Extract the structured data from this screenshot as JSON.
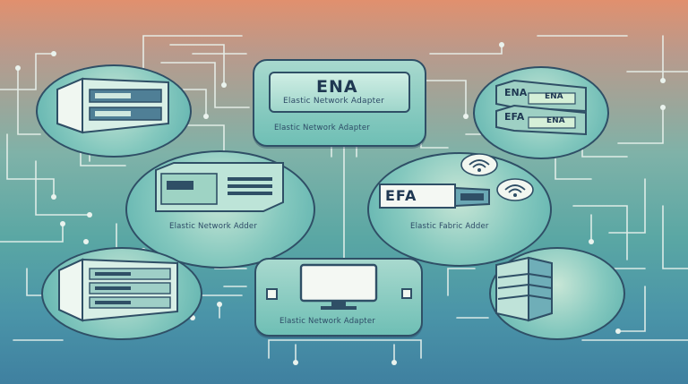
{
  "nodes": {
    "top_center": {
      "title": "ENA",
      "screen_text": "Elastic Network Adapter",
      "caption": "Elastic Network Adapter"
    },
    "left_middle": {
      "caption": "Elastic Network Adder"
    },
    "right_middle": {
      "device_label": "EFA",
      "caption": "Elastic Fabric Adder"
    },
    "bottom_center": {
      "caption": "Elastic Network Adapter"
    },
    "top_right": {
      "tag_1": "ENA",
      "tag_2": "ENA",
      "tag_3": "EFA",
      "tag_4": "ENA"
    }
  },
  "colors": {
    "outline": "#2f4f66",
    "card_fill": "#8ccabf",
    "circuit_line": "#eaf3ee",
    "background_top": "#e1906e",
    "background_bottom": "#3f80a0"
  },
  "icons": [
    "server-icon",
    "wifi-icon",
    "monitor-icon",
    "network-card-icon"
  ]
}
